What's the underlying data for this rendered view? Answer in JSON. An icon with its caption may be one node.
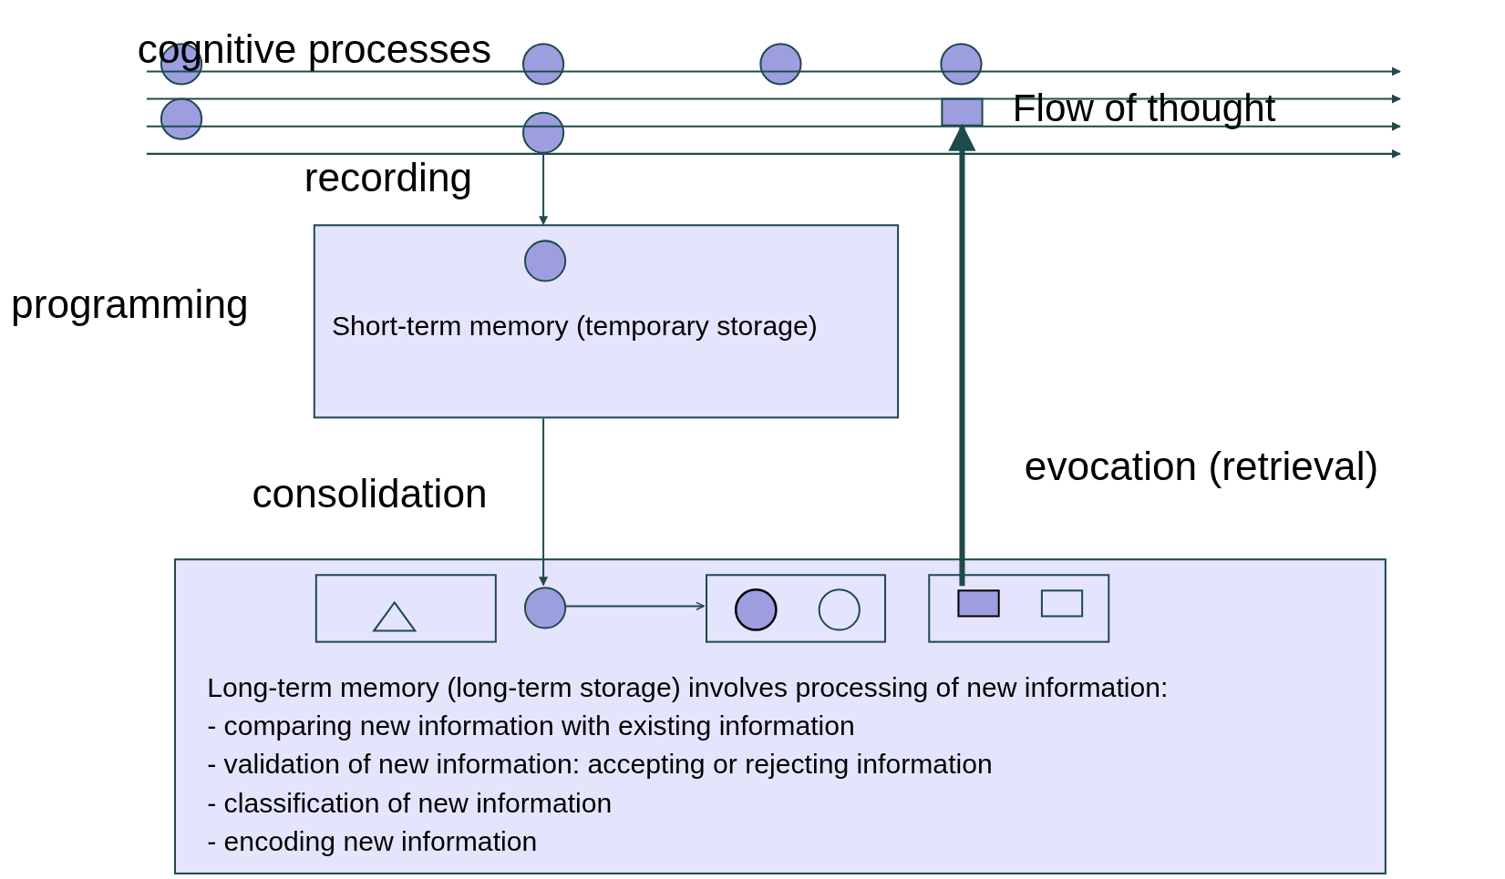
{
  "diagram": {
    "nodes": [
      {
        "text": [],
        "shape": "circle"
      },
      {
        "text": [],
        "shape": "circle"
      },
      {
        "text": [],
        "shape": "circle"
      },
      {
        "text": [],
        "shape": "circle"
      },
      {
        "text": [],
        "shape": "circle"
      },
      {
        "text": [],
        "shape": "box"
      },
      {
        "text": [],
        "shape": "circle"
      },
      {
        "text": [
          "Short-term memory (temporary storage)"
        ]
      },
      {
        "text": [],
        "shape": "circle",
        "in": 7
      },
      {
        "text": [
          "Long-term memory (long-term storage) involves processing of new information:",
          "- comparing new information with existing information",
          "- validation of new information: accepting or rejecting information",
          "- classification of new information",
          "- encoding new information"
        ]
      },
      {
        "text": [],
        "shape": "box",
        "in": 9
      },
      {
        "text": [],
        "shape": "triangle",
        "in": 10
      },
      {
        "text": [],
        "shape": "circle",
        "in": 9
      },
      {
        "text": [],
        "shape": "box",
        "in": 9
      },
      {
        "text": [],
        "shape": "circle",
        "in": 13
      },
      {
        "text": [],
        "shape": "circle",
        "in": 13
      },
      {
        "text": [],
        "shape": "box",
        "in": 9
      },
      {
        "text": [],
        "shape": "box",
        "in": 16
      },
      {
        "text": [],
        "shape": "box",
        "in": 16
      }
    ],
    "edges": [
      {
        "from": 6,
        "to": 7,
        "arrow": "to",
        "label": "recording"
      },
      {
        "from": 7,
        "to": 12,
        "arrow": "to",
        "label": "consolidation"
      },
      {
        "from": 12,
        "to": 13,
        "arrow": "to"
      },
      {
        "from": 17,
        "to": 5,
        "arrow": "to",
        "label": "evocation (retrieval)",
        "style": "thick"
      }
    ],
    "labels": [
      "cognitive processes",
      "Flow of thought",
      "programming"
    ]
  }
}
